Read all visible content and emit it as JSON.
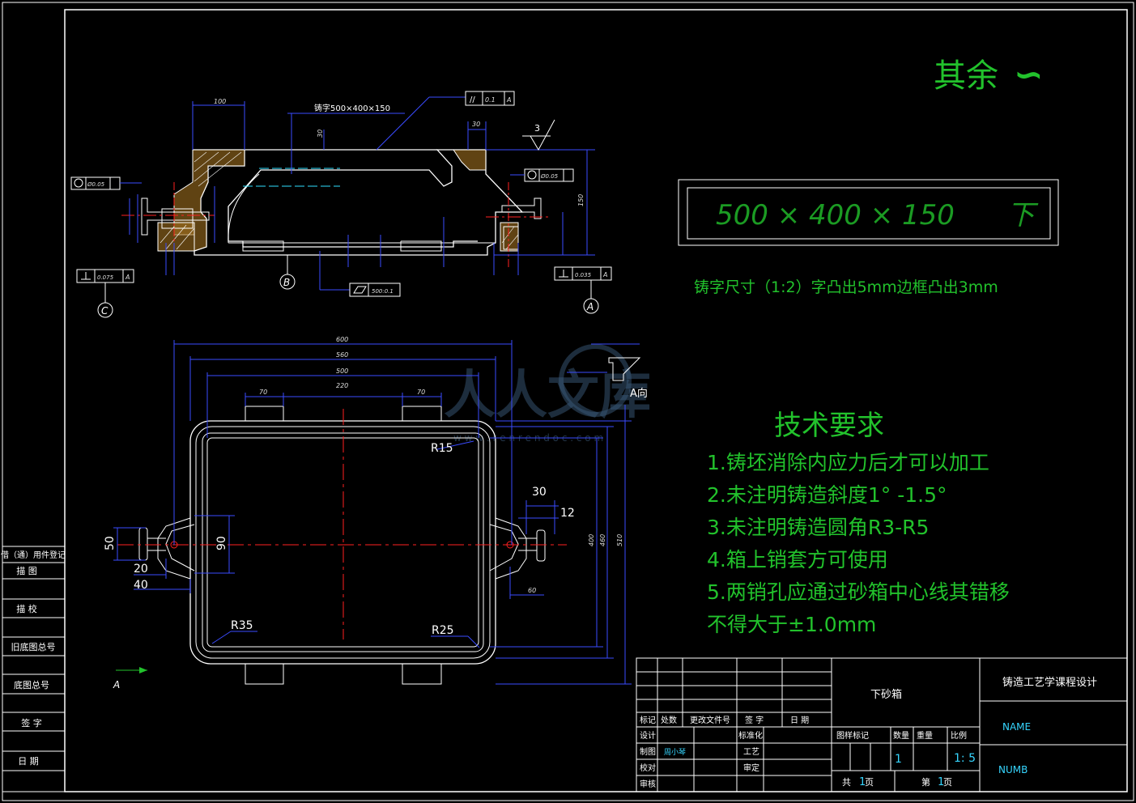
{
  "roughness": {
    "label": "其余",
    "symbol": "∽"
  },
  "casting_text": {
    "text": "500 × 400 × 150      下"
  },
  "casting_note": "铸字尺寸（1:2）字凸出5mm边框凸出3mm",
  "tech": {
    "title": "技术要求",
    "items": [
      "1.铸坯消除内应力后才可以加工",
      "2.未注明铸造斜度1° -1.5°",
      "3.未注明铸造圆角R3-R5",
      "4.箱上销套方可使用",
      "5.两销孔应通过砂箱中心线其错移",
      "不得大于±1.0mm"
    ]
  },
  "left_strip": {
    "header": "借（通）用件登记",
    "rows": [
      "描  图",
      "描  校",
      "旧底图总号",
      "底图总号",
      "签  字",
      "日  期"
    ]
  },
  "title_block": {
    "part_name": "下砂箱",
    "course": "铸造工艺学课程设计",
    "name_field": "NAME",
    "numb_field": "NUMB",
    "rev_headers": [
      "标记",
      "处数",
      "更改文件号",
      "签 字",
      "日 期"
    ],
    "rows": [
      {
        "label": "设计",
        "value": "",
        "label2": "标准化"
      },
      {
        "label": "制图",
        "value": "周小琴",
        "label2": ""
      },
      {
        "label": "校对",
        "value": "",
        "label2": "工艺"
      },
      {
        "label": "审核",
        "value": "",
        "label2": "审定"
      }
    ],
    "mid_headers": [
      "图样标记",
      "数量",
      "重量",
      "比例"
    ],
    "quantity": "1",
    "scale": "1: 5",
    "total_label": "共",
    "total_value": "1",
    "sheet_unit": "页",
    "sheet_label": "第",
    "sheet_value": "1"
  },
  "section_view": {
    "title": "铸字500×400×150",
    "dims": {
      "top_left": "100",
      "top_right": "30",
      "right_h": "150",
      "mid_h": "30",
      "roughness_value": "3",
      "parallel": "//",
      "parallel_tol": "0.1",
      "flat_tol": "500:0.1",
      "pos_left": "Ø0.05",
      "pos_right": "Ø0.05",
      "perp_left": "0.075",
      "perp_right": "0.035"
    },
    "datums": [
      "C",
      "B",
      "A"
    ]
  },
  "plan_view": {
    "dims": {
      "d600": "600",
      "d560": "560",
      "d500": "500",
      "d220": "220",
      "d70a": "70",
      "d70b": "70",
      "r15": "R15",
      "r35": "R35",
      "r25": "R25",
      "d30": "30",
      "d12": "12",
      "d50": "50",
      "d20": "20",
      "d40": "40",
      "d90": "90",
      "d60": "60",
      "d400": "400",
      "d460": "460",
      "d510": "510"
    },
    "view_a": "A向",
    "arrow_a": "A",
    "watermark": "人人文库",
    "watermark_url": "w w w . r e n r e n d o c . c o m"
  }
}
